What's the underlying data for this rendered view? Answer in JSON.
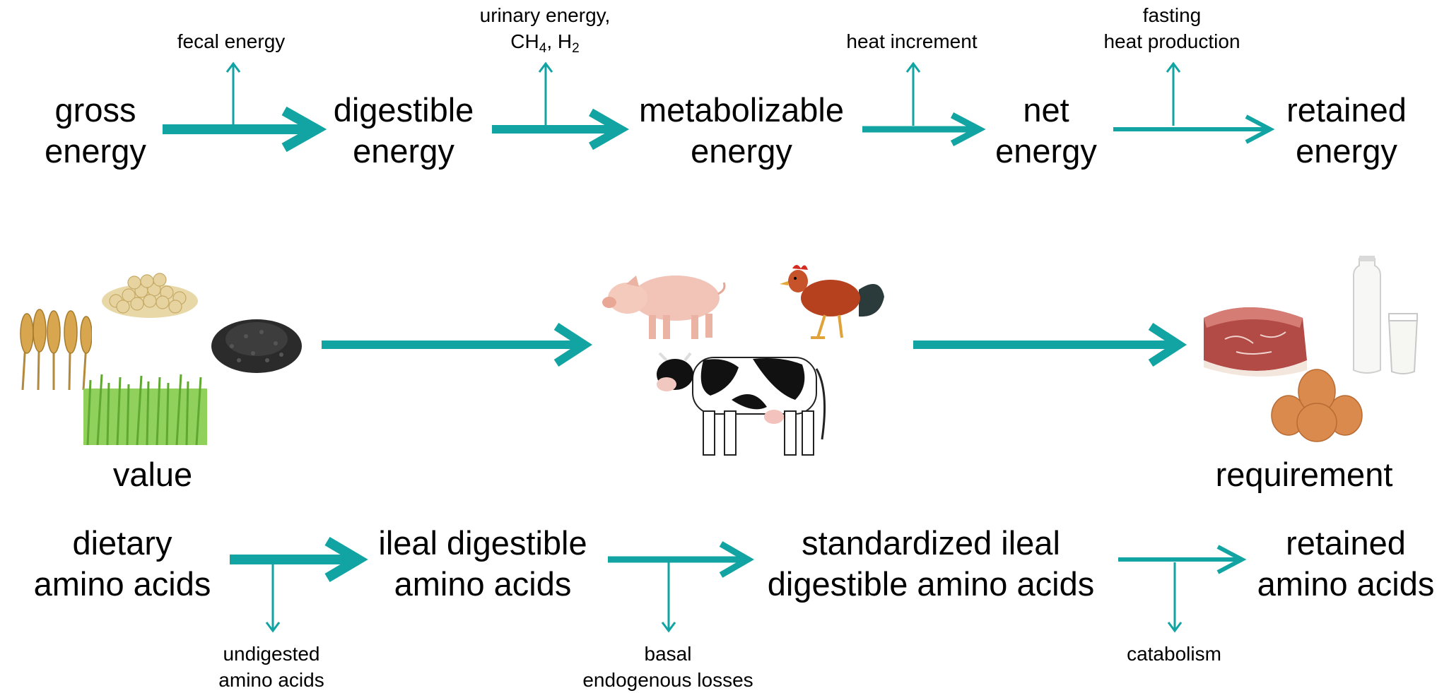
{
  "energy_flow": {
    "gross": [
      "gross",
      "energy"
    ],
    "digestible": [
      "digestible",
      "energy"
    ],
    "metabolizable": [
      "metabolizable",
      "energy"
    ],
    "net": [
      "net",
      "energy"
    ],
    "retained": [
      "retained",
      "energy"
    ],
    "loss_fecal": "fecal energy",
    "loss_urinary_line1": "urinary energy,",
    "loss_urinary_ch": "CH",
    "loss_urinary_ch_sub": "4",
    "loss_urinary_sep": ", H",
    "loss_urinary_h_sub": "2",
    "loss_heat_increment": "heat increment",
    "loss_fasting": [
      "fasting",
      "heat production"
    ]
  },
  "images": {
    "feed_label": "value",
    "products_label": "requirement",
    "feed_items": [
      "wheat-ears-image",
      "soybeans-image",
      "rapeseed-image",
      "grass-image"
    ],
    "animal_items": [
      "pig-image",
      "rooster-image",
      "cow-image"
    ],
    "product_items": [
      "meat-image",
      "milk-image",
      "eggs-image"
    ]
  },
  "amino_acid_flow": {
    "dietary": [
      "dietary",
      "amino acids"
    ],
    "ileal": [
      "ileal digestible",
      "amino acids"
    ],
    "standardized": [
      "standardized ileal",
      "digestible amino acids"
    ],
    "retained": [
      "retained",
      "amino acids"
    ],
    "loss_undigested": [
      "undigested",
      "amino acids"
    ],
    "loss_basal": [
      "basal",
      "endogenous losses"
    ],
    "loss_catabolism": "catabolism"
  },
  "colors": {
    "arrow": "#12a3a3"
  }
}
